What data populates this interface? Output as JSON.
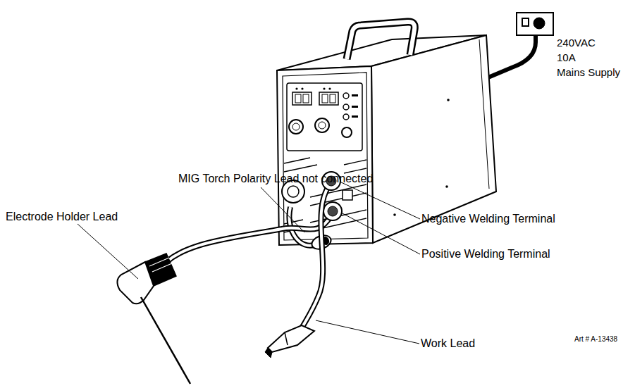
{
  "diagram": {
    "labels": [
      "240VAC",
      "10A",
      "Mains Supply",
      "MIG Torch Polarity Lead not connected",
      "Electrode Holder Lead",
      "Negative Welding Terminal",
      "Positive Welding Terminal",
      "Work Lead",
      "Art # A-13438"
    ]
  }
}
